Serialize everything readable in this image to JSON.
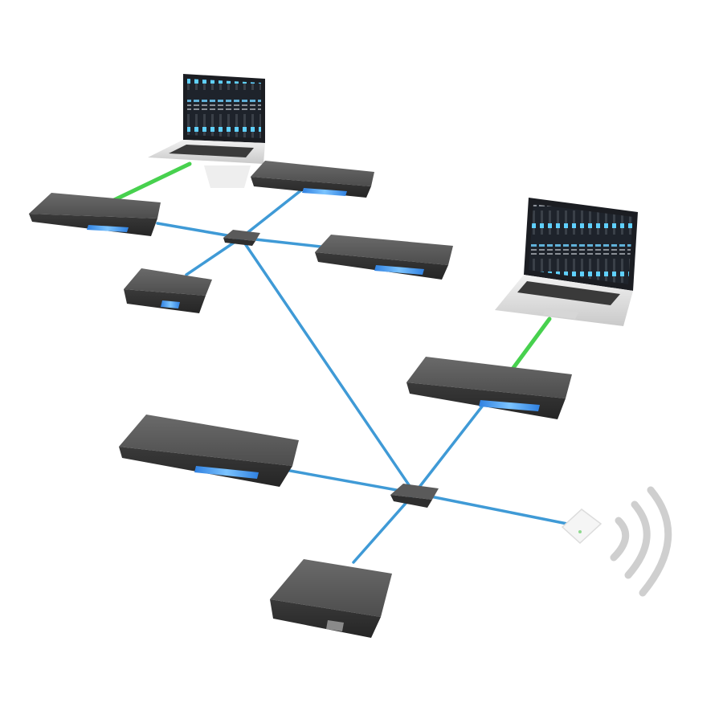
{
  "diagram": {
    "type": "network-topology",
    "colors": {
      "ethernet_cable": "#3f9ad6",
      "usb_cable": "#47d14e",
      "device_body": "#4a4a4a",
      "device_top": "#5c5c5c",
      "device_led": "#4aa3ff",
      "switch_body": "#3d3d3d",
      "laptop_shell": "#e6e6e6",
      "wifi_signal": "#c8c8c8",
      "access_point": "#f4f4f4"
    },
    "nodes": [
      {
        "id": "laptop-top",
        "kind": "laptop-icon"
      },
      {
        "id": "laptop-right",
        "kind": "laptop-icon"
      },
      {
        "id": "switch-top",
        "kind": "network-switch-icon"
      },
      {
        "id": "switch-bottom",
        "kind": "network-switch-icon"
      },
      {
        "id": "rack-interface-1",
        "kind": "rack-unit-icon"
      },
      {
        "id": "rack-interface-2",
        "kind": "rack-unit-icon"
      },
      {
        "id": "rack-interface-3",
        "kind": "rack-unit-icon"
      },
      {
        "id": "small-interface-1",
        "kind": "desktop-unit-icon"
      },
      {
        "id": "rack-interface-4",
        "kind": "rack-unit-icon"
      },
      {
        "id": "rack-interface-5",
        "kind": "rack-unit-icon"
      },
      {
        "id": "desktop-interface-2",
        "kind": "desktop-unit-icon"
      },
      {
        "id": "wireless-access-point",
        "kind": "wifi-access-point-icon"
      }
    ],
    "links": [
      {
        "from": "laptop-top",
        "to": "rack-interface-1",
        "type": "usb"
      },
      {
        "from": "laptop-right",
        "to": "rack-interface-4",
        "type": "usb"
      },
      {
        "from": "rack-interface-1",
        "to": "switch-top",
        "type": "ethernet"
      },
      {
        "from": "rack-interface-2",
        "to": "switch-top",
        "type": "ethernet"
      },
      {
        "from": "rack-interface-3",
        "to": "switch-top",
        "type": "ethernet"
      },
      {
        "from": "small-interface-1",
        "to": "switch-top",
        "type": "ethernet"
      },
      {
        "from": "switch-top",
        "to": "switch-bottom",
        "type": "ethernet"
      },
      {
        "from": "rack-interface-4",
        "to": "switch-bottom",
        "type": "ethernet"
      },
      {
        "from": "rack-interface-5",
        "to": "switch-bottom",
        "type": "ethernet"
      },
      {
        "from": "desktop-interface-2",
        "to": "switch-bottom",
        "type": "ethernet"
      },
      {
        "from": "wireless-access-point",
        "to": "switch-bottom",
        "type": "ethernet"
      }
    ]
  }
}
